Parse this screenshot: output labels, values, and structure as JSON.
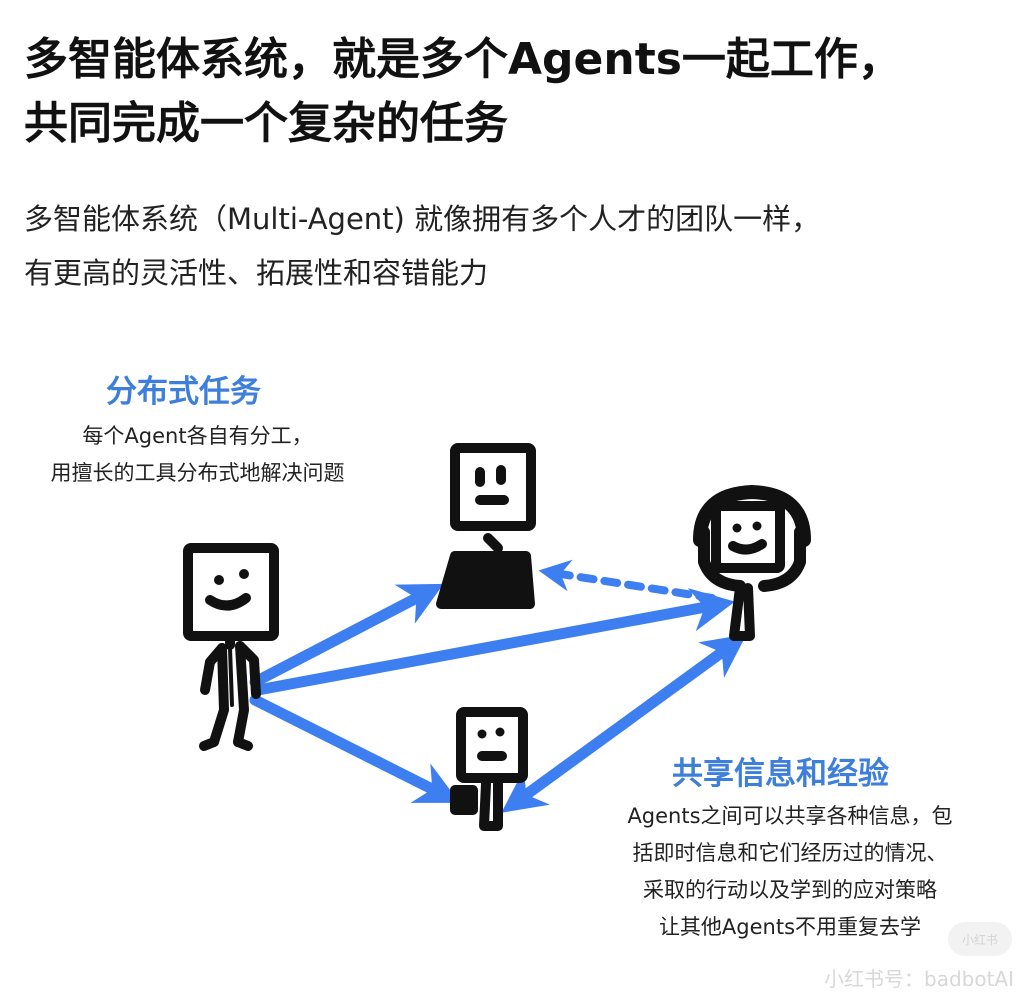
{
  "header": {
    "title_line1": "多智能体系统，就是多个Agents一起工作，",
    "title_line2": "共同完成一个复杂的任务",
    "subtitle_line1": "多智能体系统（Multi-Agent) 就像拥有多个人才的团队一样，",
    "subtitle_line2": "有更高的灵活性、拓展性和容错能力"
  },
  "distributed": {
    "title": "分布式任务",
    "desc_line1": "每个Agent各自有分工，",
    "desc_line2": "用擅长的工具分布式地解决问题"
  },
  "sharing": {
    "title": "共享信息和经验",
    "desc_line1": "Agents之间可以共享各种信息，包",
    "desc_line2": "括即时信息和它们经历过的情况、",
    "desc_line3": "采取的行动以及学到的应对策略",
    "desc_line4": "让其他Agents不用重复去学"
  },
  "watermark": "小红书号：badbotAI",
  "badge": "小红书",
  "colors": {
    "arrow": "#3d7ef0",
    "heading": "#3d7fdb",
    "ink": "#111111"
  },
  "diagram": {
    "agents": [
      "left-agent",
      "laptop-agent",
      "headphone-agent",
      "cup-agent"
    ],
    "arrows": [
      {
        "from": "left-agent",
        "to": "laptop-agent",
        "style": "solid"
      },
      {
        "from": "left-agent",
        "to": "headphone-agent",
        "style": "solid"
      },
      {
        "from": "left-agent",
        "to": "cup-agent",
        "style": "solid"
      },
      {
        "from": "headphone-agent",
        "to": "laptop-agent",
        "style": "dashed"
      },
      {
        "from": "cup-agent",
        "to": "headphone-agent",
        "style": "solid-bidirectional"
      }
    ]
  }
}
